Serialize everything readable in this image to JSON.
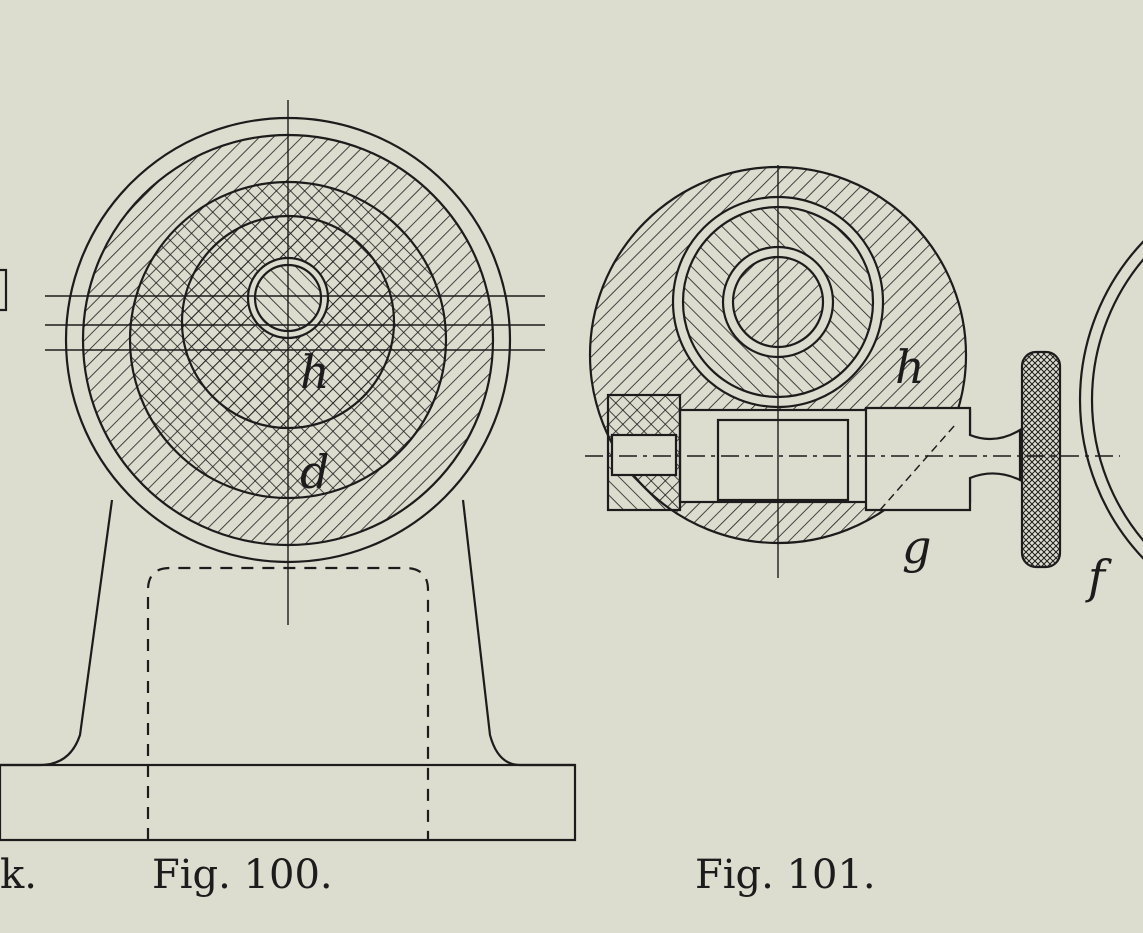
{
  "figures": [
    {
      "caption": "Fig. 100.",
      "labels": [
        "h",
        "d"
      ]
    },
    {
      "caption": "Fig. 101.",
      "labels": [
        "h",
        "g",
        "f"
      ]
    }
  ],
  "left_fragment_caption": "k.",
  "colors": {
    "paper": "#dcdccf",
    "ink": "#1c1c1c"
  }
}
